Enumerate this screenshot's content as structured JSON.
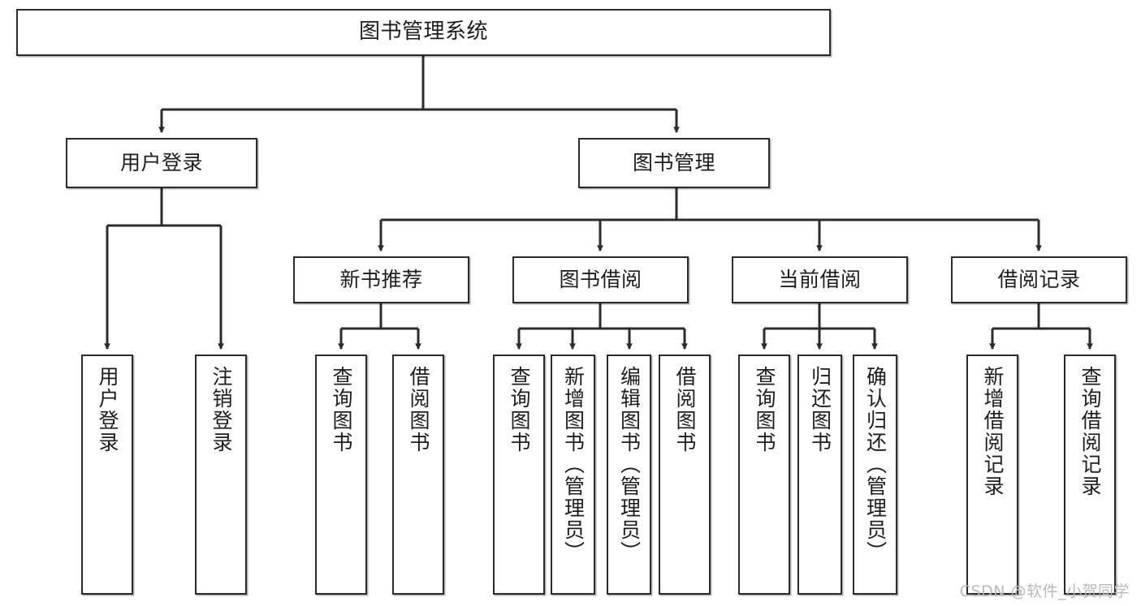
{
  "diagram": {
    "title": "图书管理系统",
    "type": "hierarchy-tree",
    "watermark": "CSDN @软件_小贺同学",
    "colors": {
      "border": "#2b2b2b",
      "background": "#ffffff",
      "text": "#1d1d1d",
      "edge": "#2b2b2b",
      "watermark": "#b9b9b9"
    }
  },
  "nodes": {
    "root": {
      "label": "图书管理系统"
    },
    "level2": [
      {
        "id": "user-login",
        "label": "用户登录"
      },
      {
        "id": "book-management",
        "label": "图书管理"
      }
    ],
    "level3": [
      {
        "id": "new-book-recommend",
        "label": "新书推荐"
      },
      {
        "id": "book-borrow",
        "label": "图书借阅"
      },
      {
        "id": "current-borrow",
        "label": "当前借阅"
      },
      {
        "id": "borrow-record",
        "label": "借阅记录"
      }
    ],
    "leaves": {
      "user_login": [
        {
          "id": "leaf-user-login",
          "label": "用户登录"
        },
        {
          "id": "leaf-logout",
          "label": "注销登录"
        }
      ],
      "new_book_recommend": [
        {
          "id": "leaf-query-book-1",
          "label": "查询图书"
        },
        {
          "id": "leaf-borrow-book-1",
          "label": "借阅图书"
        }
      ],
      "book_borrow": [
        {
          "id": "leaf-query-book-2",
          "label": "查询图书"
        },
        {
          "id": "leaf-add-book",
          "label": "新增图书（管理员）"
        },
        {
          "id": "leaf-edit-book",
          "label": "编辑图书（管理员）"
        },
        {
          "id": "leaf-borrow-book-2",
          "label": "借阅图书"
        }
      ],
      "current_borrow": [
        {
          "id": "leaf-query-book-3",
          "label": "查询图书"
        },
        {
          "id": "leaf-return-book",
          "label": "归还图书"
        },
        {
          "id": "leaf-confirm-return",
          "label": "确认归还（管理员）"
        }
      ],
      "borrow_record": [
        {
          "id": "leaf-add-record",
          "label": "新增借阅记录"
        },
        {
          "id": "leaf-query-record",
          "label": "查询借阅记录"
        }
      ]
    }
  }
}
